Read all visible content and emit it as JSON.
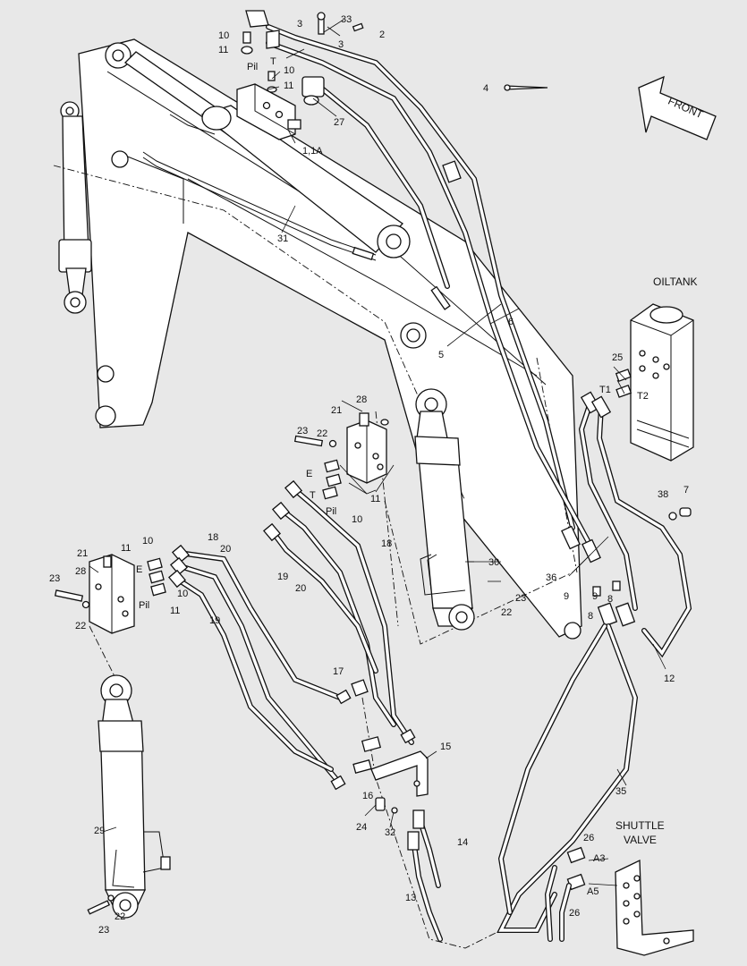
{
  "labels": {
    "oiltank": "OILTANK",
    "front": "FRONT",
    "shuttle_1": "SHUTTLE",
    "shuttle_2": "VALVE",
    "l1": "1,1A",
    "l2": "2",
    "l3a": "3",
    "l3b": "3",
    "l4": "4",
    "l5": "5",
    "l6": "6",
    "l7": "7",
    "l8a": "8",
    "l8b": "8",
    "l9a": "9",
    "l9b": "9",
    "l10a": "10",
    "l10b": "10",
    "l10c": "10",
    "l10d": "10",
    "l10e": "10",
    "l11a": "11",
    "l11b": "11",
    "l11c": "11",
    "l11d": "11",
    "l11e": "11",
    "l12": "12",
    "l13": "13",
    "l14": "14",
    "l15": "15",
    "l16": "16",
    "l17": "17",
    "l18a": "18",
    "l18b": "18",
    "l19a": "19",
    "l19b": "19",
    "l20a": "20",
    "l20b": "20",
    "l21a": "21",
    "l21b": "21",
    "l22a": "22",
    "l22b": "22",
    "l22c": "22",
    "l22d": "22",
    "l23a": "23",
    "l23b": "23",
    "l23c": "23",
    "l23d": "23",
    "l24": "24",
    "l25": "25",
    "l26a": "26",
    "l26b": "26",
    "l27": "27",
    "l28a": "28",
    "l28b": "28",
    "l29": "29",
    "l30": "30",
    "l31": "31",
    "l32": "32",
    "l33": "33",
    "l35": "35",
    "l36": "36",
    "l38": "38",
    "pil_a": "Pil",
    "pil_b": "Pil",
    "pil_c": "Pil",
    "t_a": "T",
    "t_b": "T",
    "e_a": "E",
    "e_b": "E",
    "t1": "T1",
    "t2": "T2",
    "a3": "A3",
    "a5": "A5"
  }
}
